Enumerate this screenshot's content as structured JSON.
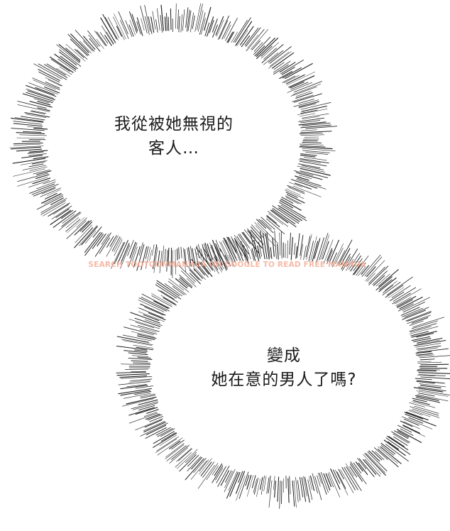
{
  "bubble_1": {
    "lines": [
      "我從被她無視的",
      "客人…"
    ]
  },
  "bubble_2": {
    "lines": [
      "變成",
      "她在意的男人了嗎?"
    ]
  },
  "watermark": {
    "text": "SEARCH TOOTOONMANHUA ON GOOGLE TO READ FREE MANHUA",
    "color": "#f5a88f"
  },
  "colors": {
    "background": "#ffffff",
    "text": "#1a1a1a",
    "bubble_rays": "#222222"
  }
}
